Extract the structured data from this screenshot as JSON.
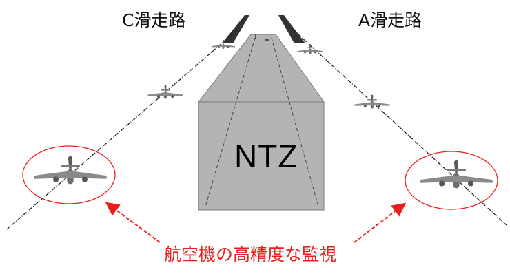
{
  "labels": {
    "runway_c": "C滑走路",
    "runway_a": "A滑走路",
    "ntz": "NTZ",
    "caption": "航空機の高精度な監視"
  },
  "colors": {
    "ntz_fill": "#b4b4b4",
    "ntz_stroke": "#7a7a7a",
    "runway_fill": "#333333",
    "highlight": "#e8201c",
    "aircraft": "#6f6f6f"
  },
  "icons": {
    "aircraft": "airplane-icon",
    "highlight_ring": "ellipse",
    "pointer": "dashed-arrow"
  }
}
